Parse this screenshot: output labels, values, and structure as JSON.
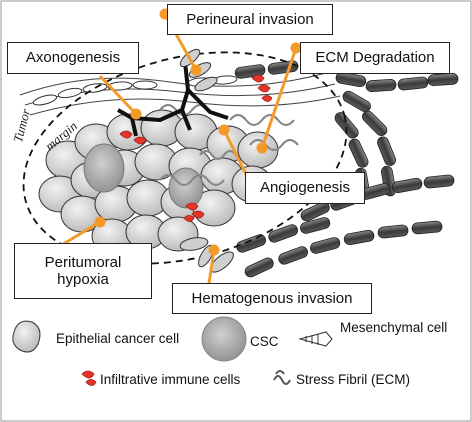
{
  "labels": {
    "perineural": "Perineural invasion",
    "axonogenesis": "Axonogenesis",
    "ecm_degradation": "ECM Degradation",
    "angiogenesis": "Angiogenesis",
    "peritumoral_line1": "Peritumoral",
    "peritumoral_line2": "hypoxia",
    "hematogenous": "Hematogenous invasion",
    "tumor_margin_1": "Tumor",
    "tumor_margin_2": "margin"
  },
  "legend": {
    "epithelial": "Epithelial cancer cell",
    "csc": "CSC",
    "mesenchymal": "Mesenchymal cell",
    "immune": "Infiltrative immune cells",
    "stress_fibril": "Stress Fibril (ECM)"
  },
  "colors": {
    "leader": "#f39a2b",
    "immune": "#e5352b",
    "cell_fill": "#d9d9d9",
    "csc_fill": "#b9b9b9",
    "vessel": "#555555",
    "nerve": "#111111"
  }
}
